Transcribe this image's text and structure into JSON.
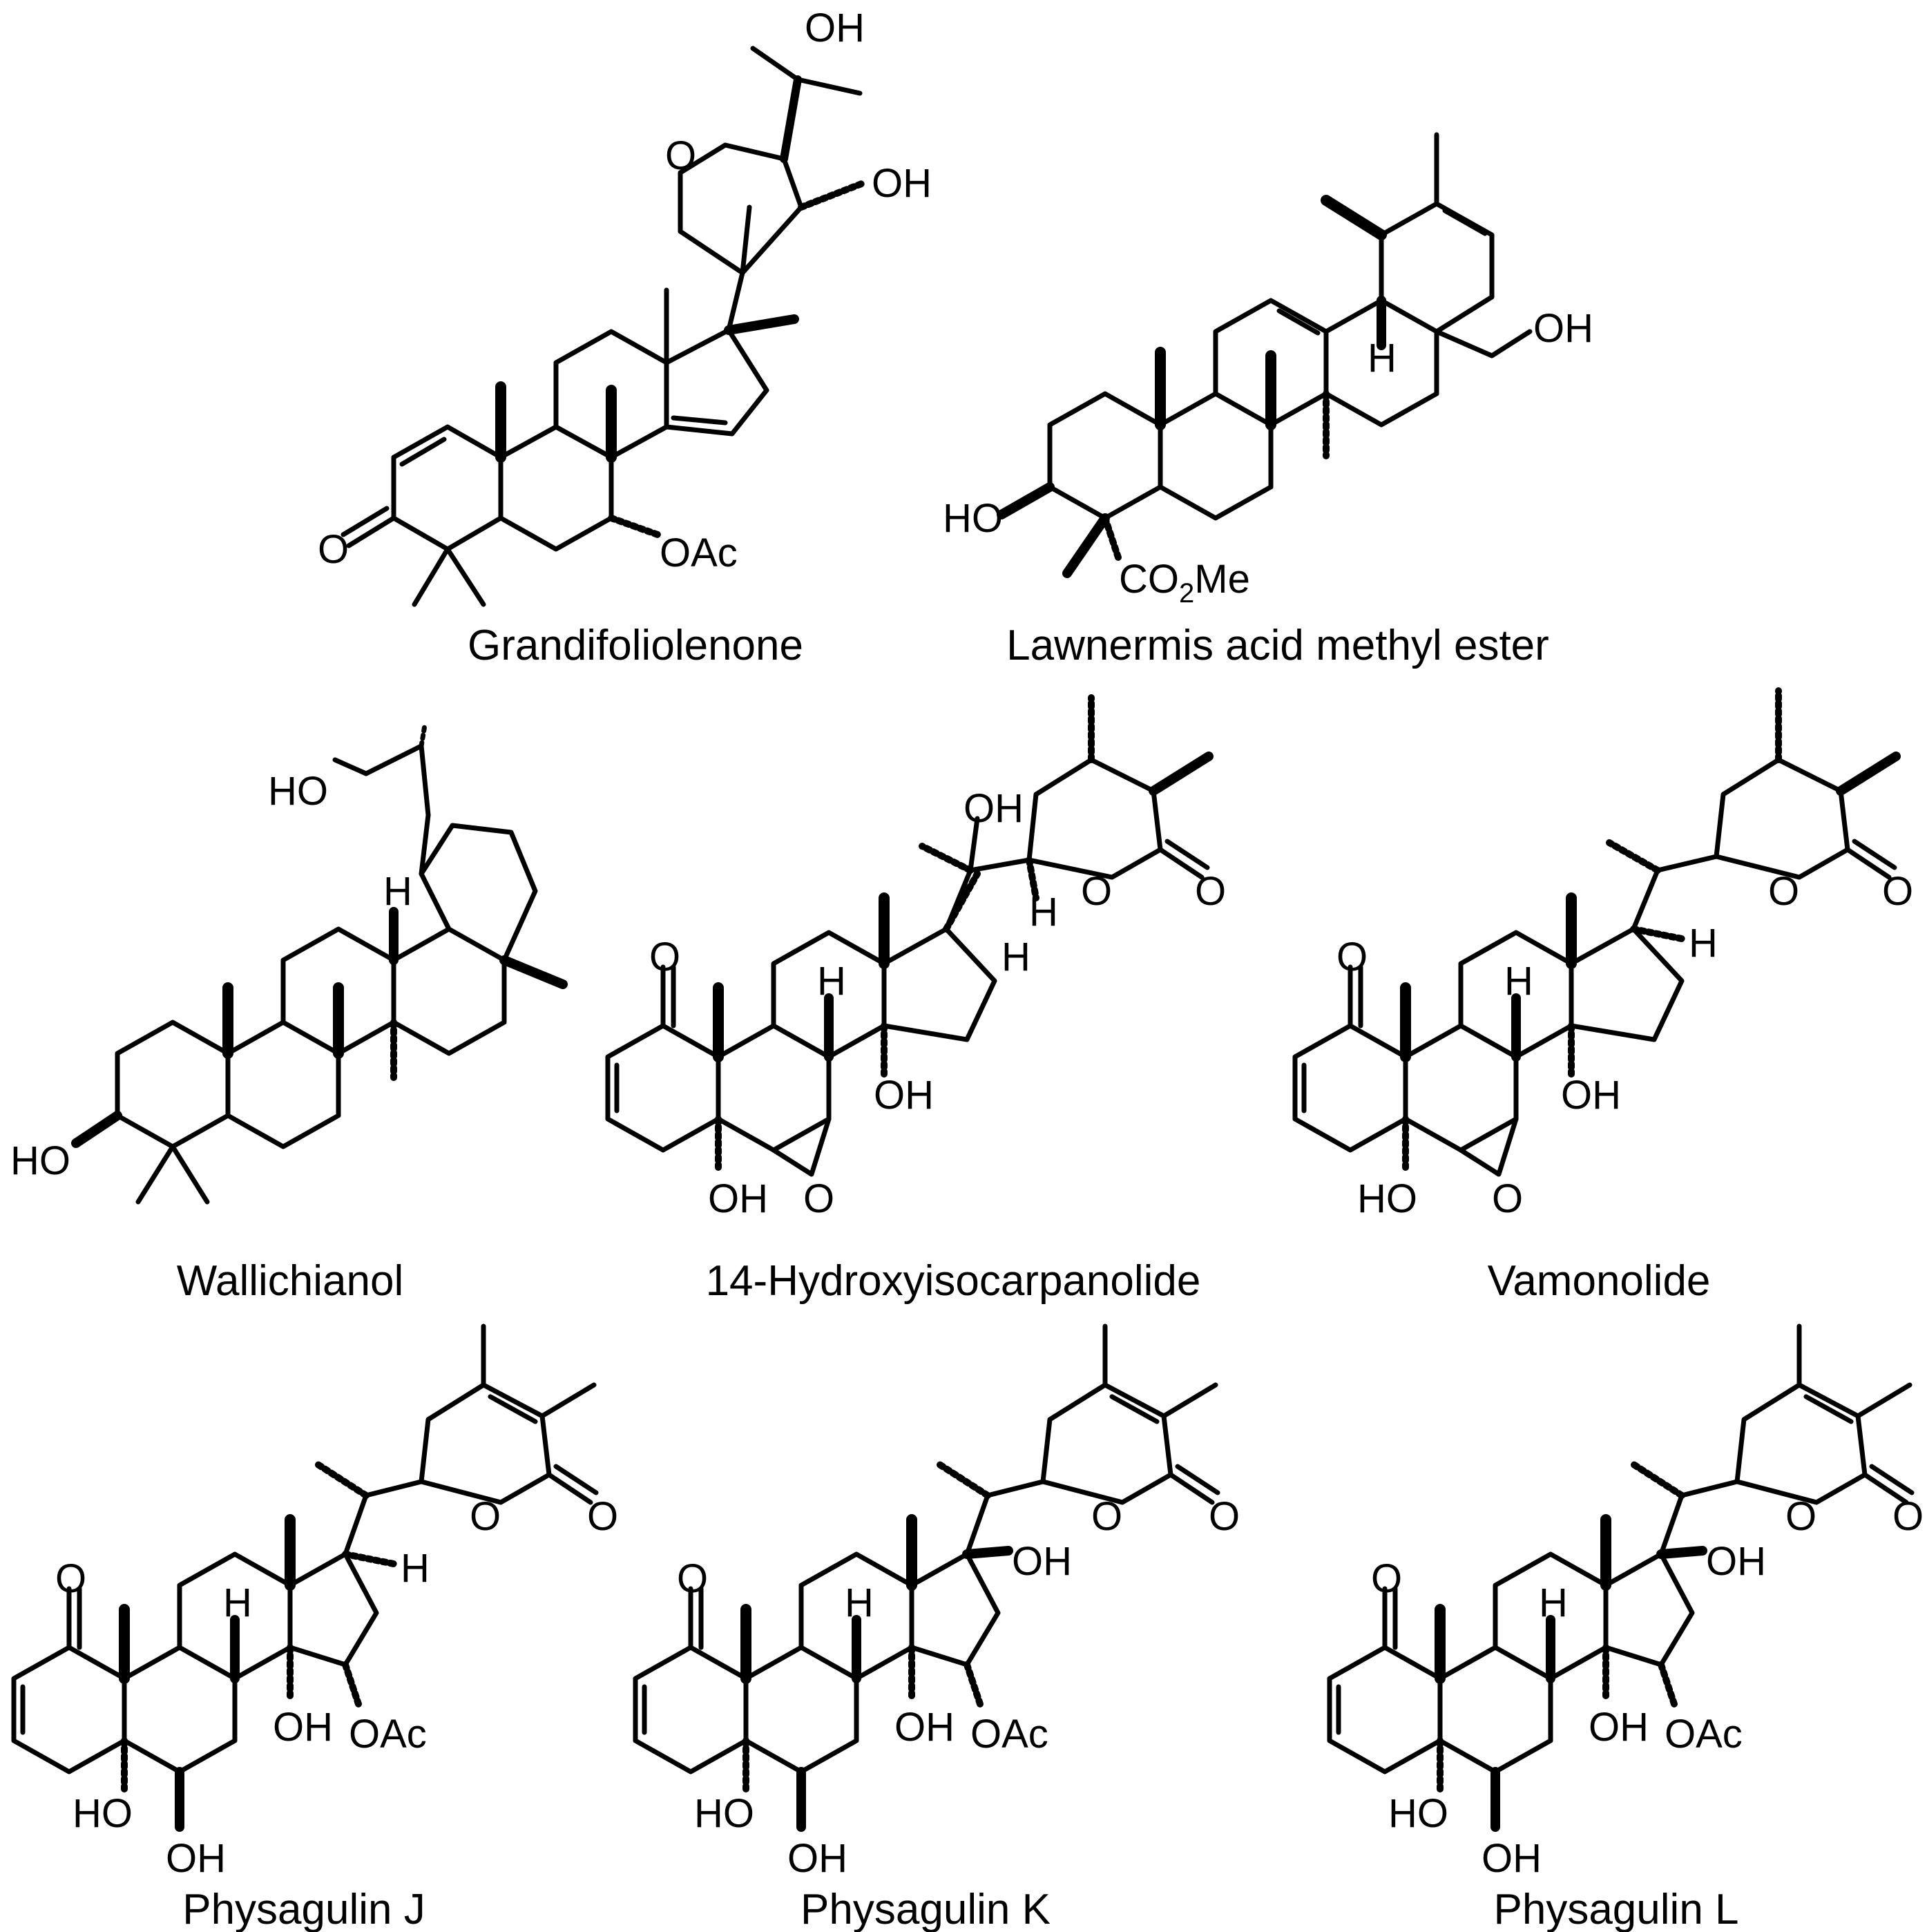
{
  "compounds": [
    {
      "name": "Grandifoliolenone",
      "labels": {
        "oh_top": "OH",
        "oh_ring": "OH",
        "o_ring": "O",
        "ketone_o": "O",
        "oac": "OAc"
      }
    },
    {
      "name": "Lawnermis acid methyl ester",
      "labels": {
        "h": "H",
        "oh": "OH",
        "ho": "HO",
        "co2me_a": "CO",
        "co2me_sub": "2",
        "co2me_b": "Me"
      }
    },
    {
      "name": "Wallichianol",
      "labels": {
        "ho_top": "HO",
        "h": "H",
        "ho": "HO"
      }
    },
    {
      "name": "14-Hydroxyisocarpanolide",
      "labels": {
        "oh_top": "OH",
        "h_side": "H",
        "lactone_o": "O",
        "lactone_co": "O",
        "h_17": "H",
        "ketone_o": "O",
        "h_ring": "H",
        "oh_14": "OH",
        "oh_5": "OH",
        "epox_o": "O"
      }
    },
    {
      "name": "Vamonolide",
      "labels": {
        "lactone_o": "O",
        "lactone_co": "O",
        "h_17": "H",
        "ketone_o": "O",
        "h_ring": "H",
        "oh_14": "OH",
        "ho_5": "HO",
        "epox_o": "O"
      }
    },
    {
      "name": "Physagulin J",
      "labels": {
        "lactone_o": "O",
        "lactone_co": "O",
        "h_17": "H",
        "ketone_o": "O",
        "h_ring": "H",
        "oh_14": "OH",
        "oac": "OAc",
        "ho_5": "HO",
        "oh_6": "OH"
      }
    },
    {
      "name": "Physagulin K",
      "labels": {
        "lactone_o": "O",
        "lactone_co": "O",
        "oh_17": "OH",
        "ketone_o": "O",
        "h_ring": "H",
        "oh_14": "OH",
        "oac": "OAc",
        "ho_5": "HO",
        "oh_6": "OH"
      }
    },
    {
      "name": "Physagulin L",
      "labels": {
        "lactone_o": "O",
        "lactone_co": "O",
        "oh_17": "OH",
        "ketone_o": "O",
        "h_ring": "H",
        "oh_14": "OH",
        "oac": "OAc",
        "ho_5": "HO",
        "oh_6": "OH"
      }
    }
  ]
}
